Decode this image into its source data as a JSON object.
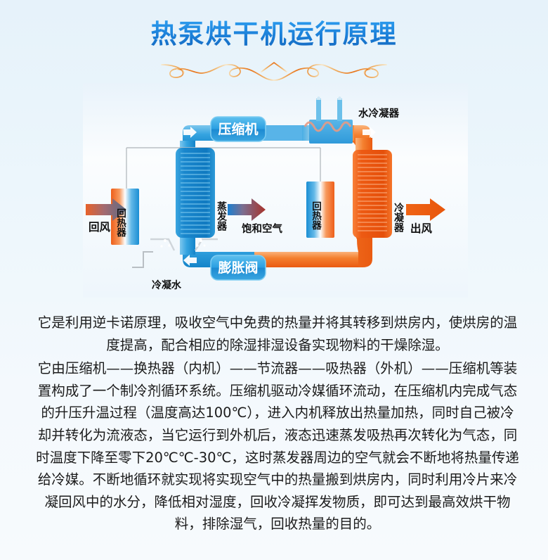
{
  "page": {
    "title": "热泵烘干机运行原理",
    "title_color": "#1b7fd8",
    "divider": "ornamental-flourish",
    "background_color": "#e8f3fb"
  },
  "diagram": {
    "name": "heat-pump-dryer-cycle-diagram",
    "colors": {
      "cold_blue": "#1e8fd6",
      "cold_blue_dark": "#0d6fb8",
      "hot_orange": "#f05a16",
      "hot_orange_dark": "#d8440a",
      "label_blue": "#2a9de0",
      "pipe_grey": "#b9bfc4"
    },
    "labels": {
      "compressor": "压缩机",
      "expansion_valve": "膨胀阀",
      "water_condenser": "水冷凝器",
      "evaporator": "蒸发器",
      "condenser": "冷凝器",
      "regenerator_left": "回热器",
      "regenerator_right": "回热器",
      "return_air": "回风",
      "supply_air": "出风",
      "saturated_air": "饱和空气",
      "condensate_water": "冷凝水"
    }
  },
  "content": {
    "paragraphs": [
      "它是利用逆卡诺原理，吸收空气中免费的热量并将其转移到烘房内，使烘房的温度提高，配合相应的除湿排湿设备实现物料的干燥除湿。",
      "它由压缩机——换热器（内机）——节流器——吸热器（外机）——压缩机等装置构成了一个制冷剂循环系统。压缩机驱动冷媒循环流动，在压缩机内完成气态的升压升温过程（温度高达100℃），进入内机释放出热量加热，同时自己被冷却并转化为流液态，当它运行到外机后，液态迅速蒸发吸热再次转化为气态，同时温度下降至零下20℃℃-30℃，这时蒸发器周边的空气就会不断地将热量传递给冷媒。不断地循环就实现将实现空气中的热量搬到烘房内，同时利用冷片来冷凝回风中的水分，降低相对湿度，回收冷凝挥发物质，即可达到最高效烘干物料，排除湿气，回收热量的目的。"
    ]
  }
}
